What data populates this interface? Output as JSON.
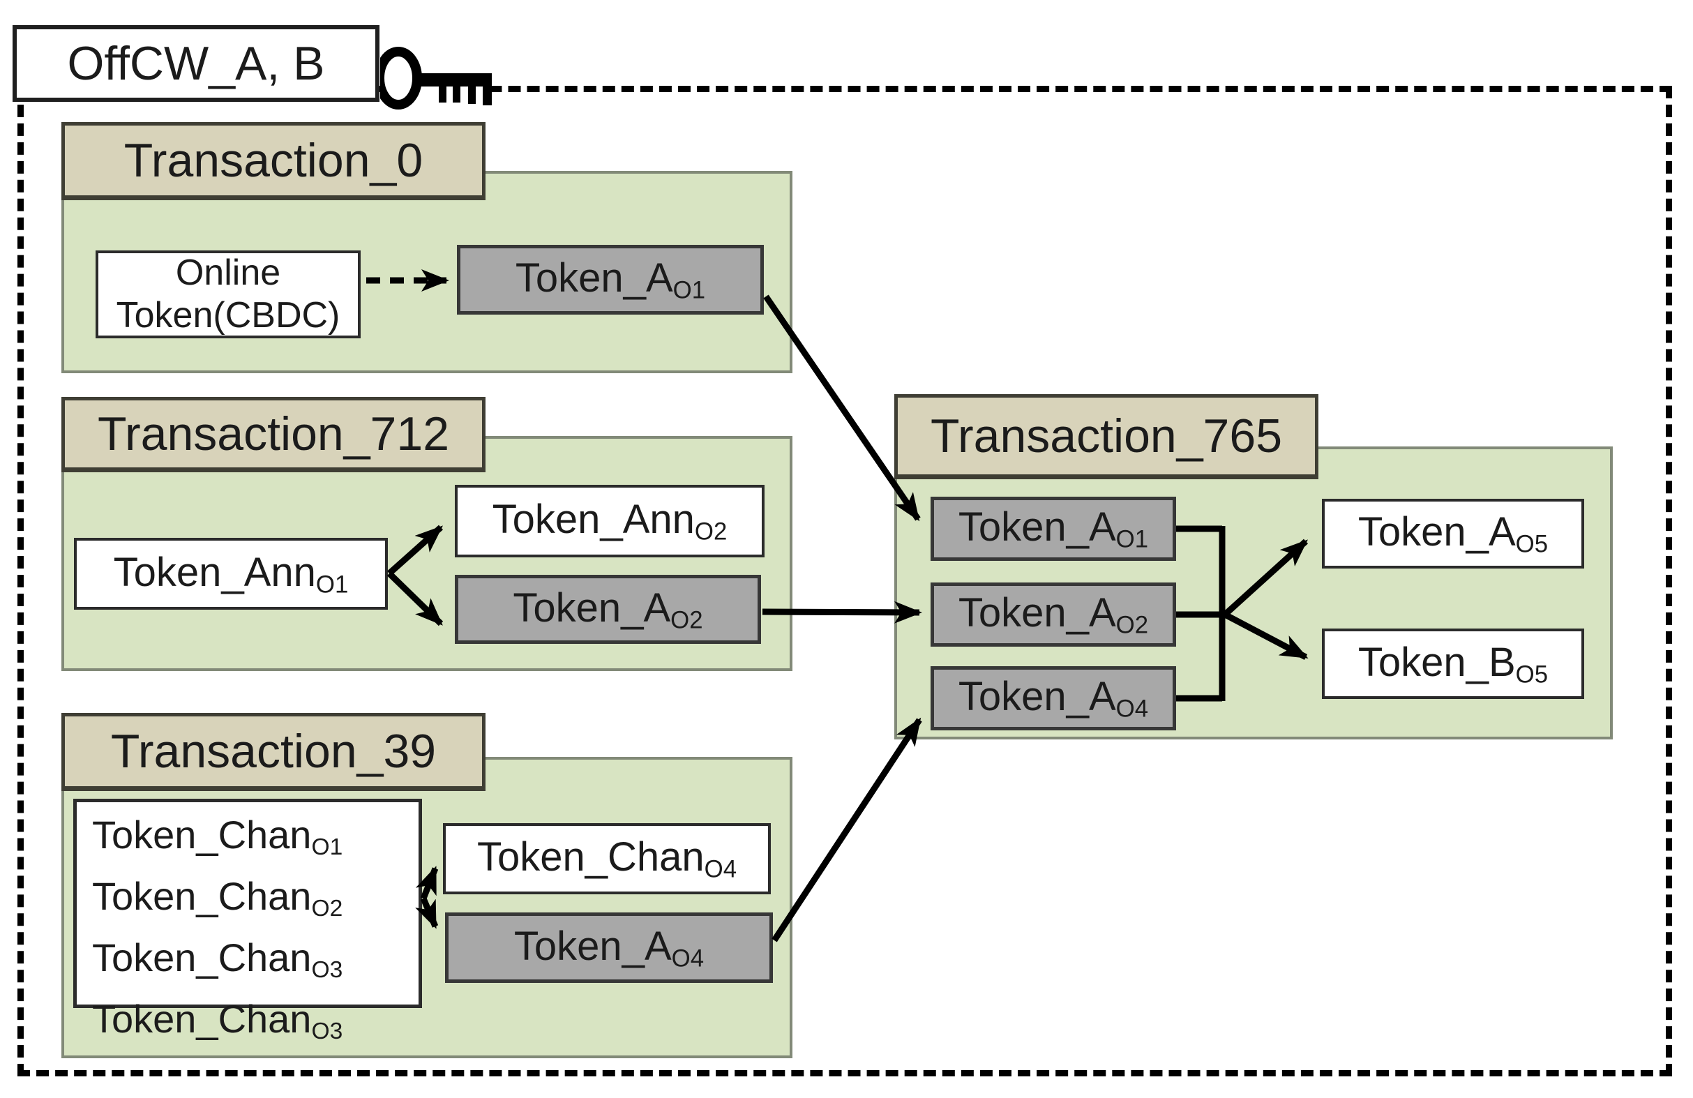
{
  "wallet": {
    "label": "OffCW_A, B"
  },
  "transactions": {
    "t0": {
      "title": "Transaction_0",
      "online_token": {
        "line1": "Online",
        "line2": "Token(CBDC)"
      },
      "output": {
        "base": "Token_A",
        "sub": "O1"
      }
    },
    "t712": {
      "title": "Transaction_712",
      "input": {
        "base": "Token_Ann",
        "sub": "O1"
      },
      "outputs": [
        {
          "base": "Token_Ann",
          "sub": "O2"
        },
        {
          "base": "Token_A",
          "sub": "O2"
        }
      ]
    },
    "t39": {
      "title": "Transaction_39",
      "inputs": [
        {
          "base": "Token_Chan",
          "sub": "O1"
        },
        {
          "base": "Token_Chan",
          "sub": "O2"
        },
        {
          "base": "Token_Chan",
          "sub": "O3"
        },
        {
          "base": "Token_Chan",
          "sub": "O3"
        }
      ],
      "outputs": [
        {
          "base": "Token_Chan",
          "sub": "O4"
        },
        {
          "base": "Token_A",
          "sub": "O4"
        }
      ]
    },
    "t765": {
      "title": "Transaction_765",
      "inputs": [
        {
          "base": "Token_A",
          "sub": "O1"
        },
        {
          "base": "Token_A",
          "sub": "O2"
        },
        {
          "base": "Token_A",
          "sub": "O4"
        }
      ],
      "outputs": [
        {
          "base": "Token_A",
          "sub": "O5"
        },
        {
          "base": "Token_B",
          "sub": "O5"
        }
      ]
    }
  },
  "colors": {
    "header-fill": "#d8d3ba",
    "header-border": "#3f3e34",
    "body-fill": "#d8e4c2",
    "body-border": "#828a78",
    "gray-fill": "#a8a8a8",
    "gray-border": "#373737",
    "white-fill": "#ffffff",
    "box-border": "#2b2b2b",
    "line-color": "#000000",
    "text-color": "#1b1b1b"
  }
}
